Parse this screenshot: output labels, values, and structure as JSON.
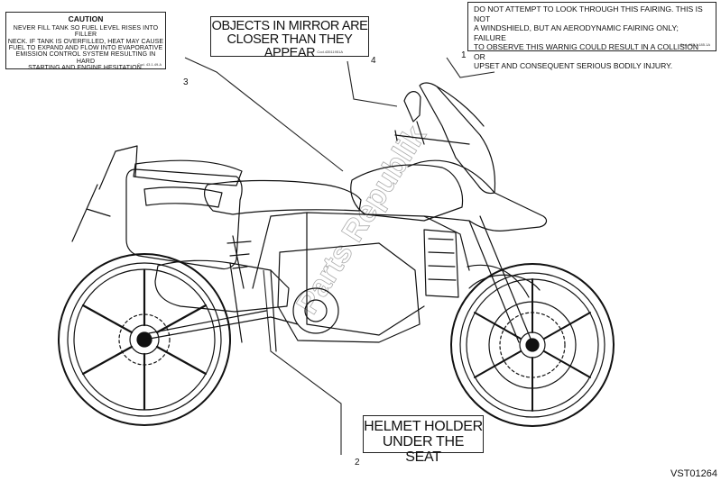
{
  "labels": {
    "caution": {
      "heading": "CAUTION",
      "lines": [
        "NEVER FILL TANK SO FUEL LEVEL RISES INTO FILLER",
        "NECK. IF TANK IS OVERFILLED, HEAT MAY CAUSE",
        "FUEL TO EXPAND AND FLOW INTO EVAPORATIVE",
        "EMISSION CONTROL SYSTEM RESULTING IN HARD",
        "STARTING AND ENGINE HESITATION."
      ],
      "code": "Cod. 43.1.49.A",
      "number": "3"
    },
    "mirror": {
      "lines": [
        "OBJECTS IN MIRROR ARE",
        "CLOSER THAN THEY APPEAR"
      ],
      "code": "Cod.43511951A",
      "number": "4"
    },
    "fairing": {
      "lines": [
        "DO NOT ATTEMPT TO LOOK THROUGH THIS FAIRING. THIS IS NOT",
        "A WINDSHIELD, BUT AN AERODYNAMIC FAIRING ONLY; FAILURE",
        "TO OBSERVE THIS WARNIG COULD RESULT IN A COLLISION OR",
        "UPSET AND CONSEQUENT SERIOUS BODILY INJURY."
      ],
      "code": "Cod. 433.1.185.1A",
      "number": "1"
    },
    "helmet": {
      "lines": [
        "HELMET HOLDER",
        "UNDER THE SEAT"
      ],
      "number": "2"
    }
  },
  "watermark": "Parts Republik",
  "drawing_code": "VST01264"
}
